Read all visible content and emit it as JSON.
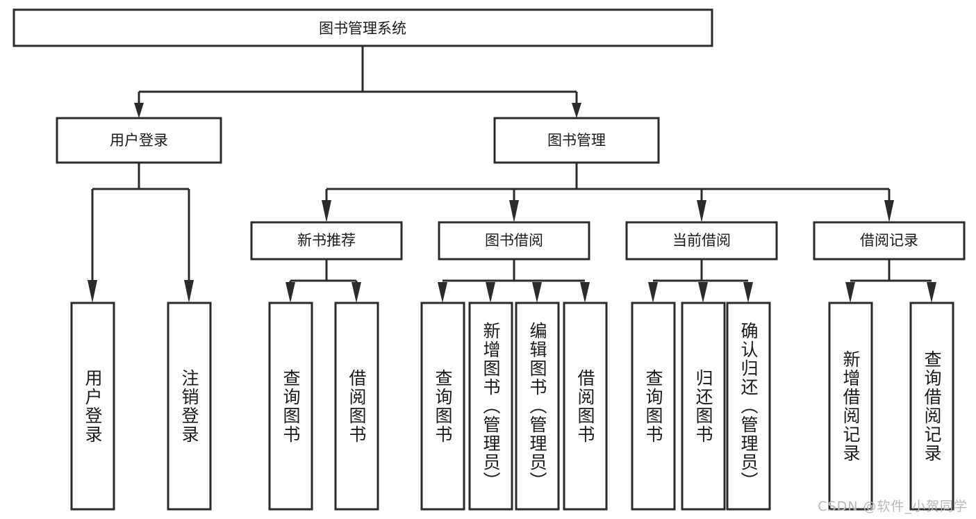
{
  "diagram": {
    "title": "图书管理系统",
    "watermark": "CSDN @软件_小贺同学",
    "colors": {
      "stroke": "#2b2b2b",
      "fill": "#ffffff",
      "text": "#1a1a1a",
      "watermark": "#b8b8b8",
      "background": "#ffffff"
    },
    "root": {
      "label": "图书管理系统"
    },
    "level2": [
      {
        "label": "用户登录"
      },
      {
        "label": "图书管理"
      }
    ],
    "level3": [
      {
        "label": "新书推荐"
      },
      {
        "label": "图书借阅"
      },
      {
        "label": "当前借阅"
      },
      {
        "label": "借阅记录"
      }
    ],
    "leaves": {
      "user_login": [
        {
          "label": "用户登录"
        },
        {
          "label": "注销登录"
        }
      ],
      "new_book_recommend": [
        {
          "label": "查询图书"
        },
        {
          "label": "借阅图书"
        }
      ],
      "book_borrow": [
        {
          "label": "查询图书"
        },
        {
          "label": "新增图书（管理员）"
        },
        {
          "label": "编辑图书（管理员）"
        },
        {
          "label": "借阅图书"
        }
      ],
      "current_borrow": [
        {
          "label": "查询图书"
        },
        {
          "label": "归还图书"
        },
        {
          "label": "确认归还（管理员）"
        }
      ],
      "borrow_record": [
        {
          "label": "新增借阅记录"
        },
        {
          "label": "查询借阅记录"
        }
      ]
    }
  },
  "chart_data": {
    "type": "table",
    "title": "图书管理系统 功能结构图",
    "nodes": [
      {
        "id": "root",
        "label": "图书管理系统",
        "level": 0,
        "parent": null
      },
      {
        "id": "n1",
        "label": "用户登录",
        "level": 1,
        "parent": "root"
      },
      {
        "id": "n2",
        "label": "图书管理",
        "level": 1,
        "parent": "root"
      },
      {
        "id": "n1a",
        "label": "用户登录",
        "level": 2,
        "parent": "n1"
      },
      {
        "id": "n1b",
        "label": "注销登录",
        "level": 2,
        "parent": "n1"
      },
      {
        "id": "n2a",
        "label": "新书推荐",
        "level": 2,
        "parent": "n2"
      },
      {
        "id": "n2b",
        "label": "图书借阅",
        "level": 2,
        "parent": "n2"
      },
      {
        "id": "n2c",
        "label": "当前借阅",
        "level": 2,
        "parent": "n2"
      },
      {
        "id": "n2d",
        "label": "借阅记录",
        "level": 2,
        "parent": "n2"
      },
      {
        "id": "n2a1",
        "label": "查询图书",
        "level": 3,
        "parent": "n2a"
      },
      {
        "id": "n2a2",
        "label": "借阅图书",
        "level": 3,
        "parent": "n2a"
      },
      {
        "id": "n2b1",
        "label": "查询图书",
        "level": 3,
        "parent": "n2b"
      },
      {
        "id": "n2b2",
        "label": "新增图书（管理员）",
        "level": 3,
        "parent": "n2b"
      },
      {
        "id": "n2b3",
        "label": "编辑图书（管理员）",
        "level": 3,
        "parent": "n2b"
      },
      {
        "id": "n2b4",
        "label": "借阅图书",
        "level": 3,
        "parent": "n2b"
      },
      {
        "id": "n2c1",
        "label": "查询图书",
        "level": 3,
        "parent": "n2c"
      },
      {
        "id": "n2c2",
        "label": "归还图书",
        "level": 3,
        "parent": "n2c"
      },
      {
        "id": "n2c3",
        "label": "确认归还（管理员）",
        "level": 3,
        "parent": "n2c"
      },
      {
        "id": "n2d1",
        "label": "新增借阅记录",
        "level": 3,
        "parent": "n2d"
      },
      {
        "id": "n2d2",
        "label": "查询借阅记录",
        "level": 3,
        "parent": "n2d"
      }
    ]
  }
}
